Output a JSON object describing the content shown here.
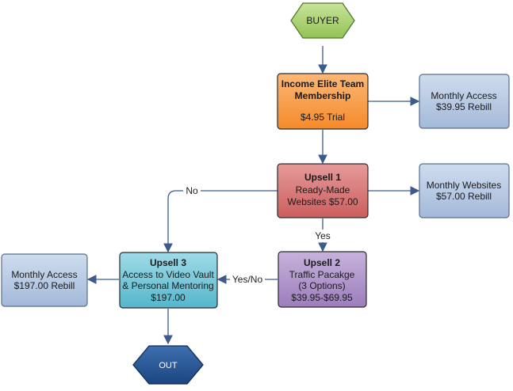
{
  "nodes": {
    "buyer": {
      "text": "BUYER",
      "color": "#a6cf6a"
    },
    "membership": {
      "title1": "Income Elite Team",
      "title2": "Membership",
      "price": "$4.95 Trial",
      "color": "#f7943c"
    },
    "monthly_access_1": {
      "line1": "Monthly Access",
      "line2": "$39.95 Rebill",
      "color": "#b0c4de"
    },
    "upsell1": {
      "title": "Upsell 1",
      "line1": "Ready-Made",
      "line2": "Websites $57.00",
      "color": "#d46a6a"
    },
    "monthly_websites": {
      "line1": "Monthly Websites",
      "line2": "$57.00 Rebill",
      "color": "#b0c4de"
    },
    "upsell2": {
      "title": "Upsell 2",
      "line1": "Traffic Pacakge",
      "line2": "(3 Options)",
      "line3": "$39.95-$69.95",
      "color": "#a98bc4"
    },
    "upsell3": {
      "title": "Upsell 3",
      "line1": "Access to Video Vault",
      "line2": "& Personal Mentoring",
      "line3": "$197.00",
      "color": "#6cc3d5"
    },
    "monthly_access_2": {
      "line1": "Monthly Access",
      "line2": "$197.00 Rebill",
      "color": "#b0c4de"
    },
    "out": {
      "text": "OUT",
      "color": "#1f4e8c"
    }
  },
  "edges": {
    "no": "No",
    "yes": "Yes",
    "yes_no": "Yes/No"
  },
  "colors": {
    "connector": "#3c5a8c"
  }
}
